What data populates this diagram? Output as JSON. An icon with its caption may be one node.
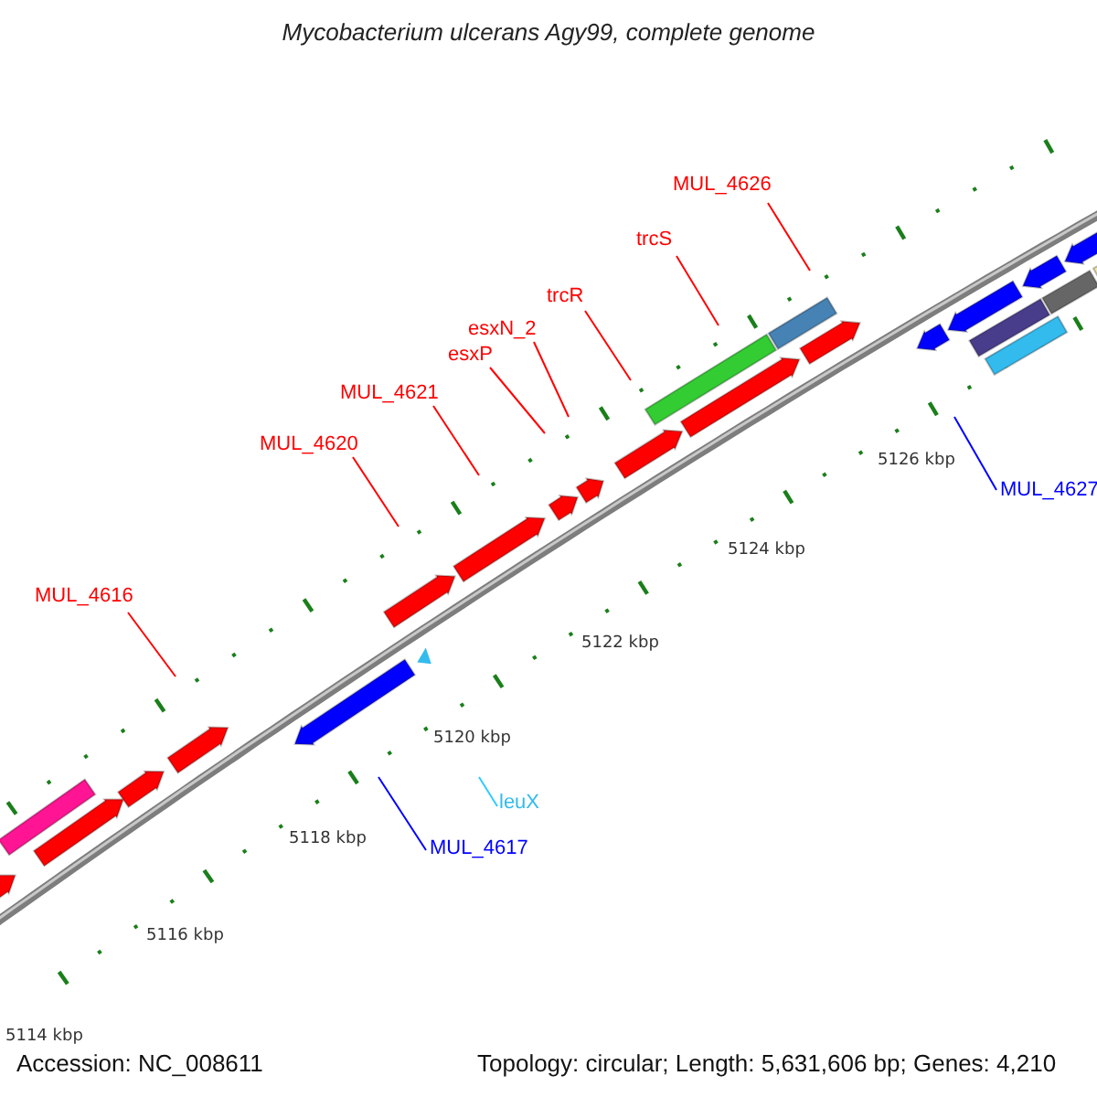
{
  "diagram": {
    "title": "Mycobacterium ulcerans Agy99, complete genome",
    "nodes": [
      {
        "text": [
          "MUL_4626"
        ]
      },
      {
        "text": [
          "trcS"
        ]
      },
      {
        "text": [
          "trcR"
        ]
      },
      {
        "text": [
          "esxN_2"
        ]
      },
      {
        "text": [
          "esxP"
        ]
      },
      {
        "text": [
          "MUL_4621"
        ]
      },
      {
        "text": [
          "MUL_4620"
        ]
      },
      {
        "text": [
          "MUL_4627"
        ]
      },
      {
        "text": [
          "MUL_4616"
        ]
      },
      {
        "text": [
          "leuX"
        ]
      },
      {
        "text": [
          "MUL_4617"
        ]
      }
    ],
    "edges": [
      {
        "from": 0,
        "to": null,
        "arrow": "none"
      },
      {
        "from": 1,
        "to": null,
        "arrow": "none"
      },
      {
        "from": 2,
        "to": null,
        "arrow": "none"
      },
      {
        "from": 3,
        "to": null,
        "arrow": "none"
      },
      {
        "from": 4,
        "to": null,
        "arrow": "none"
      },
      {
        "from": 5,
        "to": null,
        "arrow": "none"
      },
      {
        "from": 6,
        "to": null,
        "arrow": "none"
      },
      {
        "from": 7,
        "to": null,
        "arrow": "none",
        "color": "#0000ff"
      },
      {
        "from": 8,
        "to": null,
        "arrow": "none"
      },
      {
        "from": 9,
        "to": null,
        "arrow": "none",
        "color": "#33ccff"
      },
      {
        "from": 10,
        "to": null,
        "arrow": "none",
        "color": "#0000ff"
      }
    ],
    "labels": [
      "5126 kbp",
      "5124 kbp",
      "5122 kbp",
      "5120 kbp",
      "5118 kbp",
      "5116 kbp",
      "5114 kbp",
      "Accession: NC_008611",
      "Topology: circular; Length: 5,631,606 bp; Genes: 4,210"
    ]
  }
}
